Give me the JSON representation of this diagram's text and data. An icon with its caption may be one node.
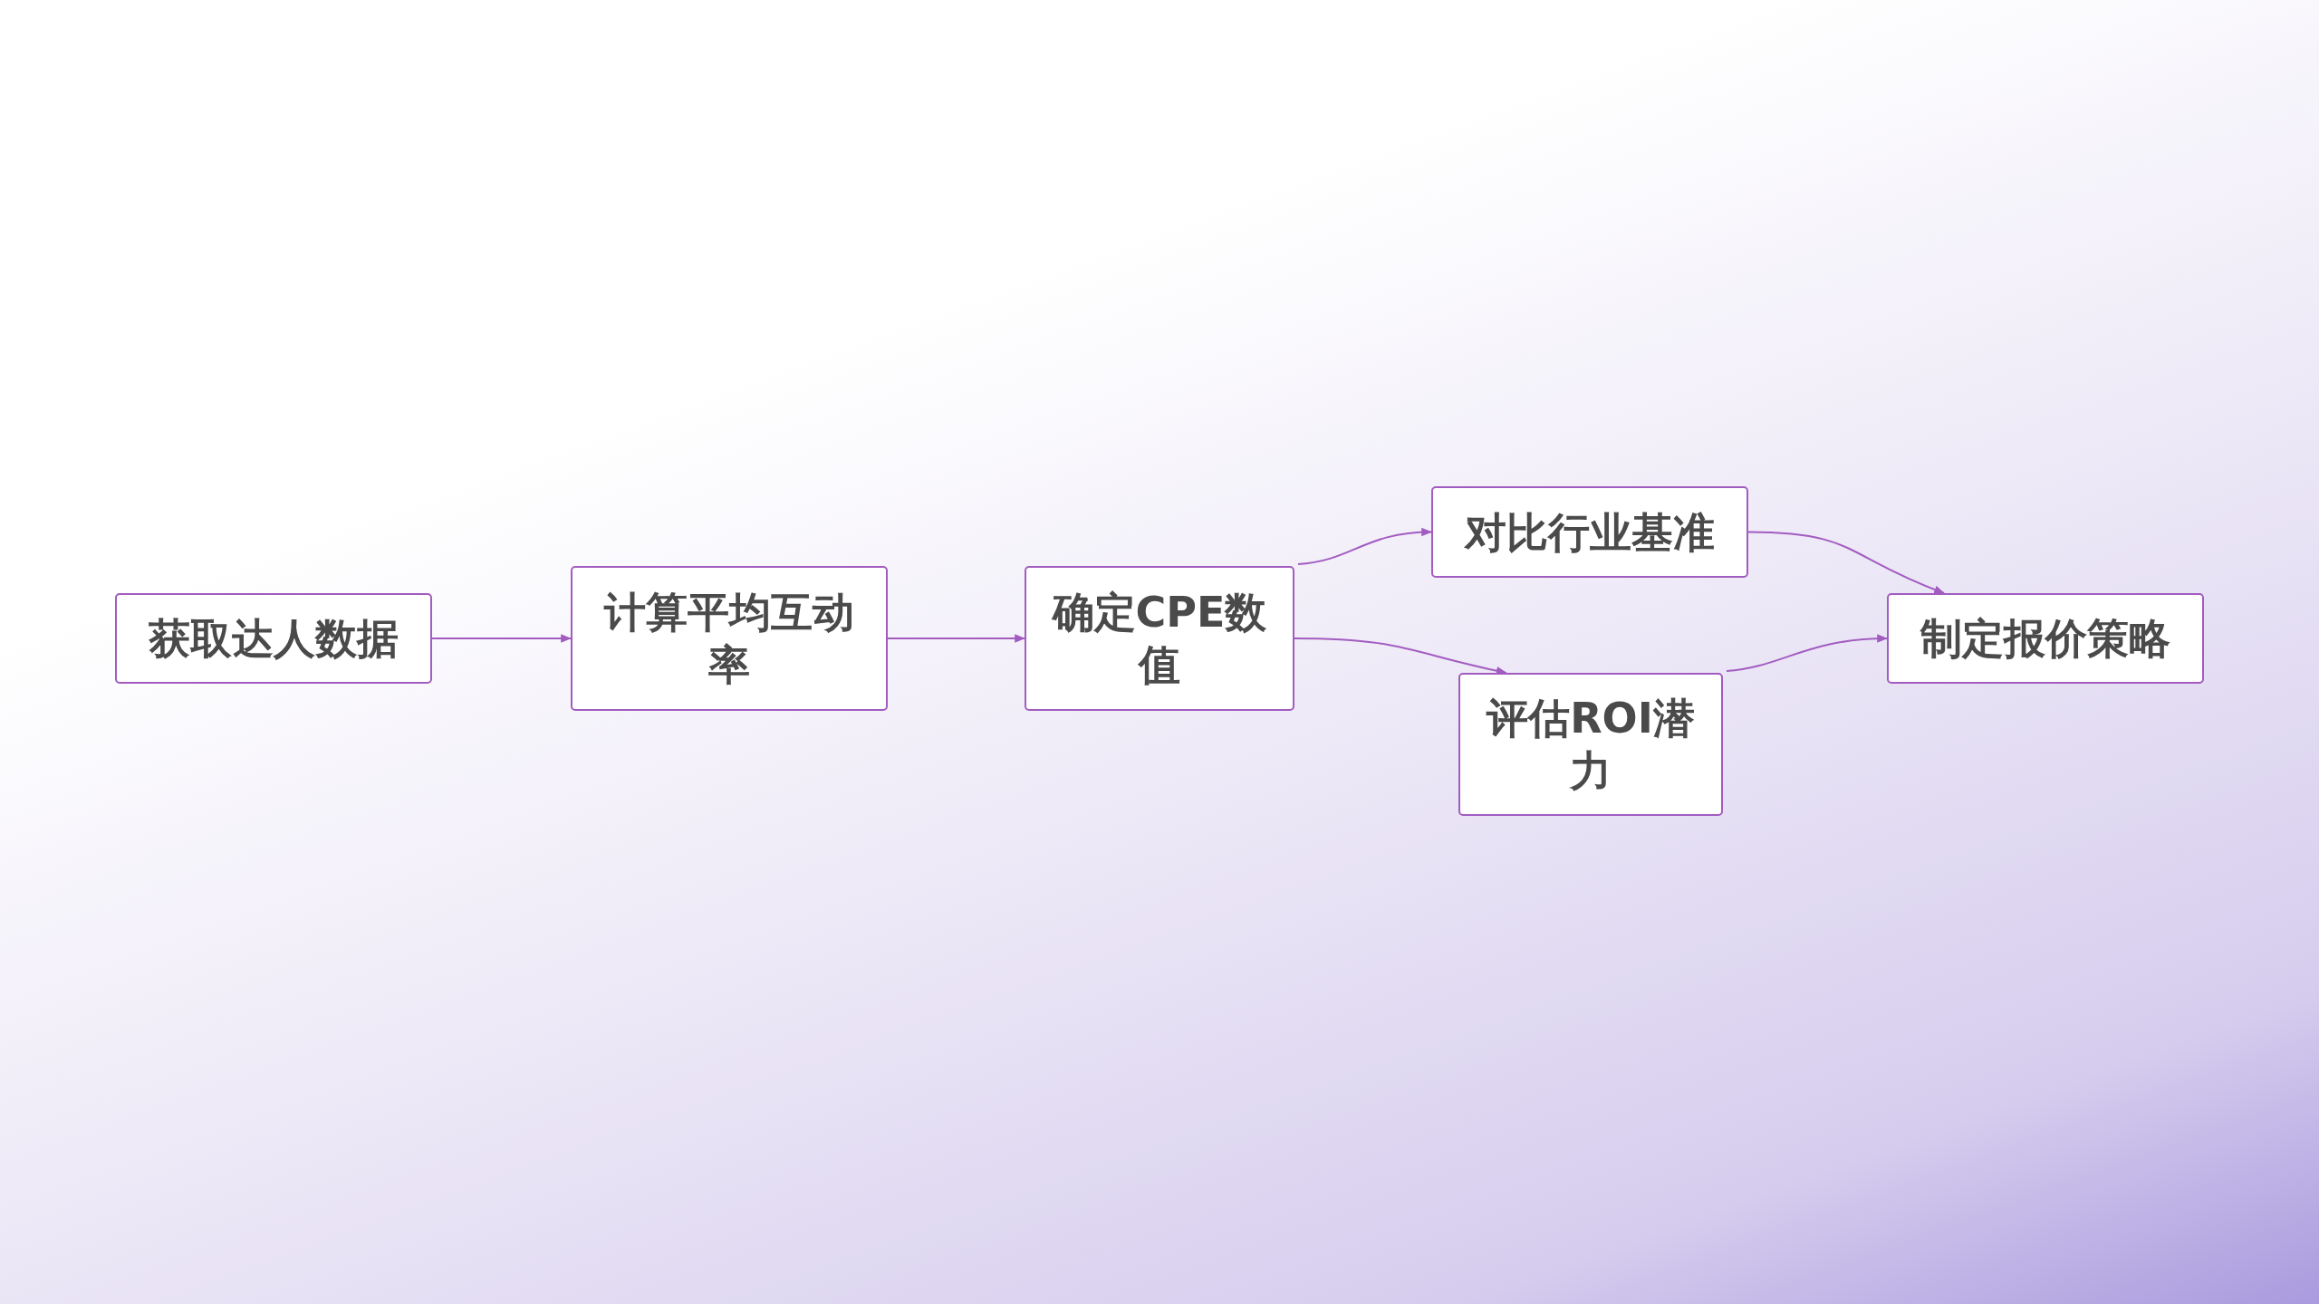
{
  "diagram": {
    "nodes": [
      {
        "text": [
          "获取达人数据"
        ]
      },
      {
        "text": [
          "计算平均互动率"
        ]
      },
      {
        "text": [
          "确定CPE数值"
        ]
      },
      {
        "text": [
          "对比行业基准"
        ]
      },
      {
        "text": [
          "评估ROI潜力"
        ]
      },
      {
        "text": [
          "制定报价策略"
        ]
      }
    ],
    "edges": [
      {
        "from": 0,
        "to": 1,
        "arrow": "to"
      },
      {
        "from": 1,
        "to": 2,
        "arrow": "to"
      },
      {
        "from": 2,
        "to": 3,
        "arrow": "to"
      },
      {
        "from": 2,
        "to": 4,
        "arrow": "to"
      },
      {
        "from": 3,
        "to": 5,
        "arrow": "to"
      },
      {
        "from": 4,
        "to": 5,
        "arrow": "to"
      }
    ]
  }
}
